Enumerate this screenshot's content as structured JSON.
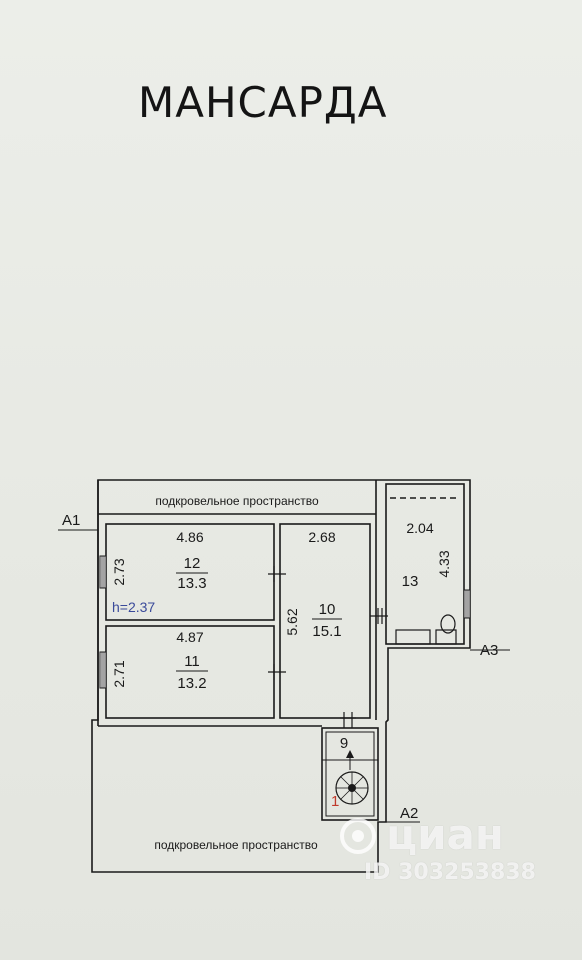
{
  "title": "МАНСАРДА",
  "axis_labels": {
    "a1": "А1",
    "a2": "А2",
    "a3": "А3"
  },
  "under_roof_label": "подкровельное пространство",
  "rooms": [
    {
      "id": "12",
      "width": "4.86",
      "depth": "2.73",
      "area": "13.3"
    },
    {
      "id": "11",
      "width": "4.87",
      "depth": "2.71",
      "area": "13.2"
    },
    {
      "id": "10",
      "width": "2.68",
      "depth": "5.62",
      "area": "15.1"
    },
    {
      "id": "13",
      "width": "2.04",
      "depth": "4.33"
    },
    {
      "id": "9"
    }
  ],
  "ceiling_height": "h=2.37",
  "stair_number": "1",
  "watermark": {
    "logo": "циан",
    "id": "ID 303253838"
  },
  "colors": {
    "ink": "#1a1a1a",
    "height_label": "#3a4a9a",
    "stair_number": "#c0392b",
    "paper": "#e9ebe6"
  }
}
